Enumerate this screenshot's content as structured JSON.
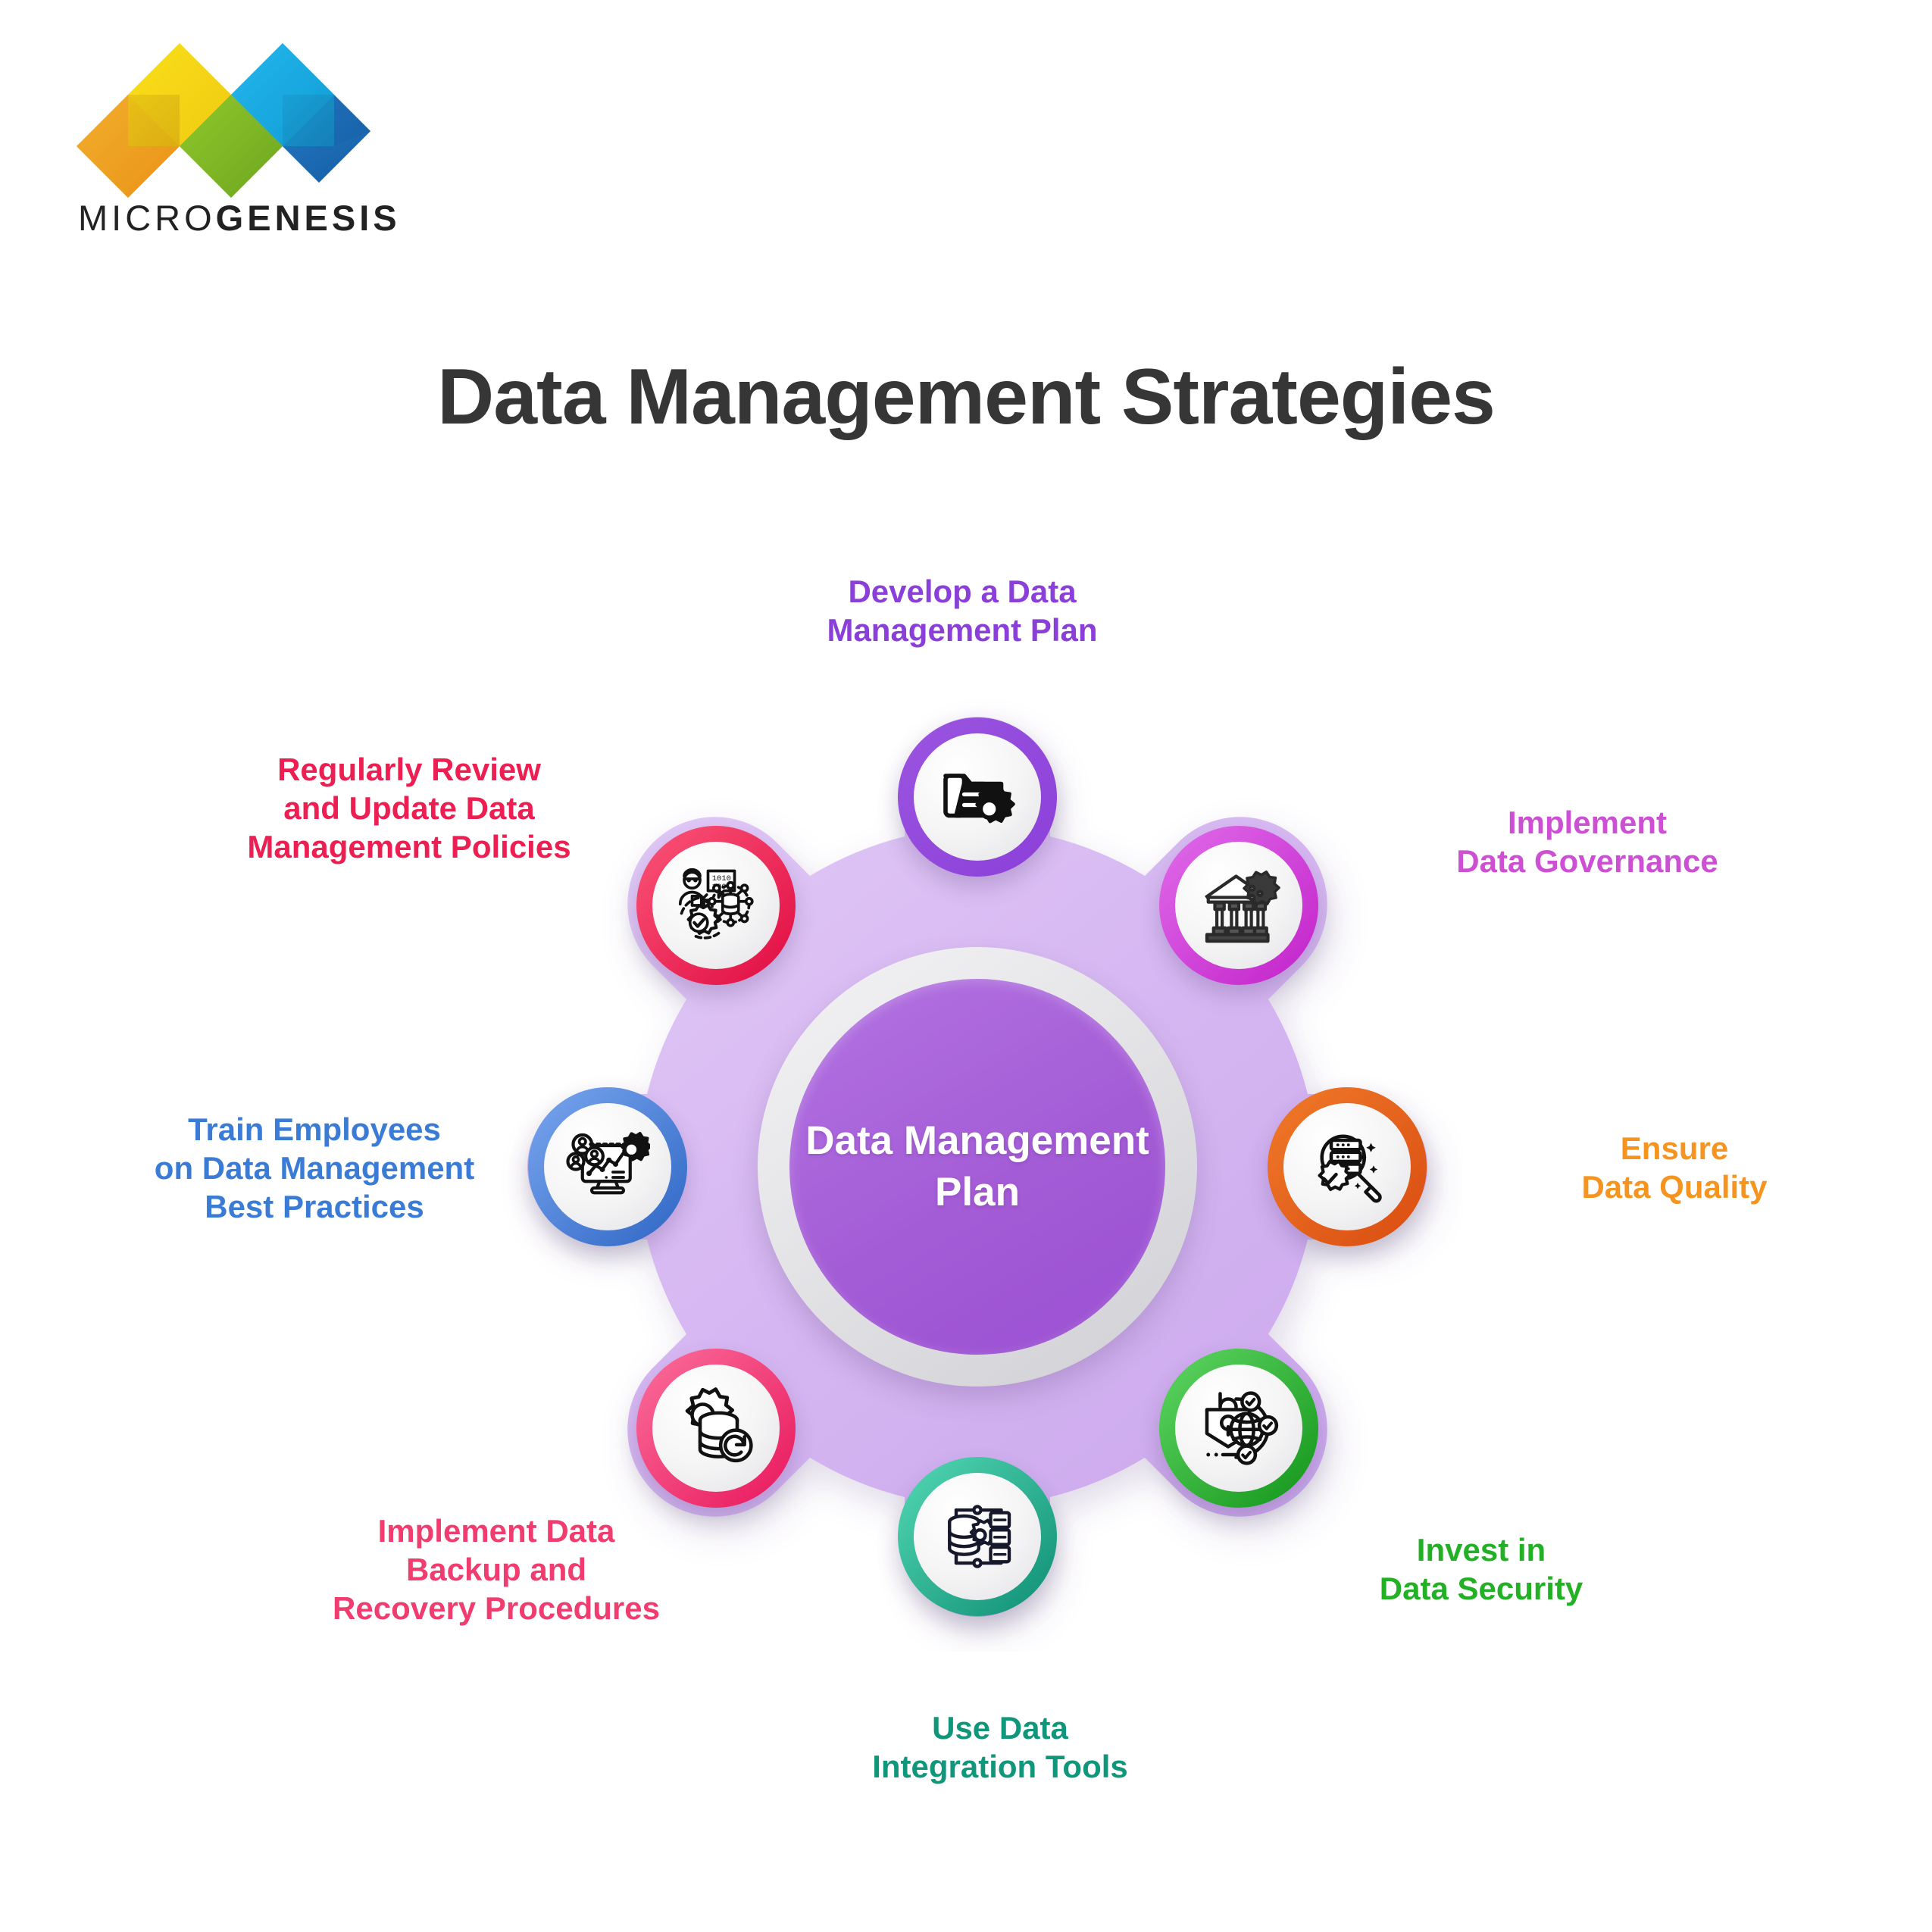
{
  "brand": {
    "name_part1": "MICRO",
    "name_part2": "GENESIS",
    "logo_icon": "microgenesis-diamond-logo",
    "colors": {
      "orange": "#EFA125",
      "yellow": "#F5D416",
      "green": "#7FB927",
      "cyan": "#18A9E0",
      "blue": "#1C68B3"
    }
  },
  "header": {
    "title": "Data Management Strategies",
    "title_color": "#363636"
  },
  "diagram": {
    "type": "gear-hub-and-spoke",
    "gear_color": "#D7B8F2",
    "gear_teeth": 8,
    "hub": {
      "label": "Data\nManagement Plan",
      "fill_color": "#A45CD6",
      "ring_color": "#E3E3E6",
      "text_color": "#FFFFFF"
    },
    "nodes": [
      {
        "id": "develop-plan",
        "label": "Develop a Data\nManagement Plan",
        "color": "#8B3FD9",
        "icon": "folder-gear-icon",
        "angle_deg": 270,
        "label_position": "top"
      },
      {
        "id": "data-governance",
        "label": "Implement\nData Governance",
        "color": "#CC4FD4",
        "icon": "bank-gear-icon",
        "angle_deg": 315,
        "label_position": "right"
      },
      {
        "id": "data-quality",
        "label": "Ensure\nData Quality",
        "color": "#F5941F",
        "icon": "magnifier-database-check-icon",
        "angle_deg": 0,
        "label_position": "right"
      },
      {
        "id": "data-security",
        "label": "Invest in\nData Security",
        "color": "#22B024",
        "icon": "padlock-globe-shield-icon",
        "angle_deg": 45,
        "label_position": "right"
      },
      {
        "id": "integration-tools",
        "label": "Use Data\nIntegration Tools",
        "color": "#10967A",
        "icon": "database-flowchart-gear-icon",
        "angle_deg": 90,
        "label_position": "bottom"
      },
      {
        "id": "backup-recovery",
        "label": "Implement Data\nBackup and\nRecovery Procedures",
        "color": "#F03C6E",
        "icon": "gear-database-refresh-icon",
        "angle_deg": 135,
        "label_position": "left"
      },
      {
        "id": "train-employees",
        "label": "Train Employees\non Data Management\nBest Practices",
        "color": "#3A7BD5",
        "icon": "monitor-analytics-people-gear-icon",
        "angle_deg": 180,
        "label_position": "left"
      },
      {
        "id": "review-policies",
        "label": "Regularly Review\nand Update Data\nManagement Policies",
        "color": "#ED1E51",
        "icon": "person-binary-network-gear-check-icon",
        "angle_deg": 225,
        "label_position": "left"
      }
    ]
  }
}
